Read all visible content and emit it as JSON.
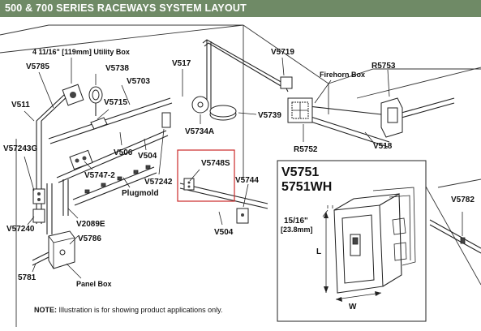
{
  "title": "500 & 700 SERIES RACEWAYS SYSTEM LAYOUT",
  "colors": {
    "header_bg": "#6f8a66",
    "header_text": "#ffffff",
    "highlight_box": "#cc2a2a"
  },
  "labels": {
    "utility_box": "4 11/16\" [119mm] Utility Box",
    "v5785": "V5785",
    "v5738": "V5738",
    "v5703": "V5703",
    "v517": "V517",
    "v5719": "V5719",
    "firehorn_box": "Firehorn Box",
    "r5753": "R5753",
    "v511": "V511",
    "v5715": "V5715",
    "v5734a": "V5734A",
    "v5739": "V5739",
    "r5752": "R5752",
    "v518": "V518",
    "v57243g": "V57243G",
    "v506": "V506",
    "v504_a": "V504",
    "v5747_2": "V5747-2",
    "v57242": "V57242",
    "v5748s": "V5748S",
    "v5744": "V5744",
    "plugmold": "Plugmold",
    "v2089e": "V2089E",
    "v57240": "V57240",
    "v5786": "V5786",
    "v504_b": "V504",
    "v5782": "V5782",
    "n5781": "5781",
    "panel_box": "Panel Box"
  },
  "inset": {
    "title_line1": "V5751",
    "title_line2": "5751WH",
    "depth_line1": "15/16\"",
    "depth_line2": "[23.8mm]",
    "length_label": "L",
    "width_label": "W"
  },
  "note": {
    "bold": "NOTE:",
    "text": " Illustration is for showing product applications only."
  }
}
